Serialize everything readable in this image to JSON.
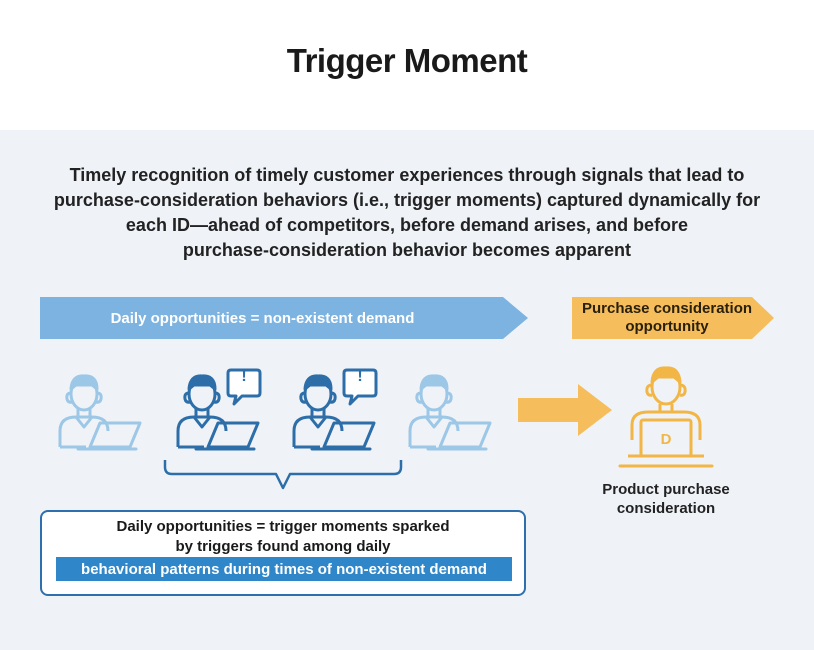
{
  "title": "Trigger Moment",
  "description": {
    "lines": [
      "Timely recognition of timely customer experiences through signals that lead to",
      "purchase-consideration behaviors (i.e., trigger moments) captured dynamically for",
      "each ID—ahead of competitors, before demand arises, and before",
      "purchase-consideration behavior becomes apparent"
    ]
  },
  "arrows": {
    "daily_label": "Daily opportunities = non-existent demand",
    "purchase_label_lines": [
      "Purchase consideration",
      "opportunity"
    ]
  },
  "product": {
    "label_lines": [
      "Product purchase",
      "consideration"
    ]
  },
  "callout": {
    "lines": [
      "Daily opportunities = trigger moments sparked",
      "by triggers found among daily"
    ],
    "highlight": "behavioral patterns during times of non-existent demand"
  },
  "icons": {
    "bubble_glyph": "!",
    "laptop_logo_glyph": "D"
  },
  "colors": {
    "light_blue_icon": "#9cc7e6",
    "dark_blue_icon": "#2d6ea8",
    "blue_arrow": "#7db3e0",
    "orange_arrow": "#f5bd5c",
    "orange_icon": "#f2b646",
    "panel_bg": "#eff3f8",
    "callout_border": "#2e6fae",
    "callout_bar": "#2f86c8"
  }
}
